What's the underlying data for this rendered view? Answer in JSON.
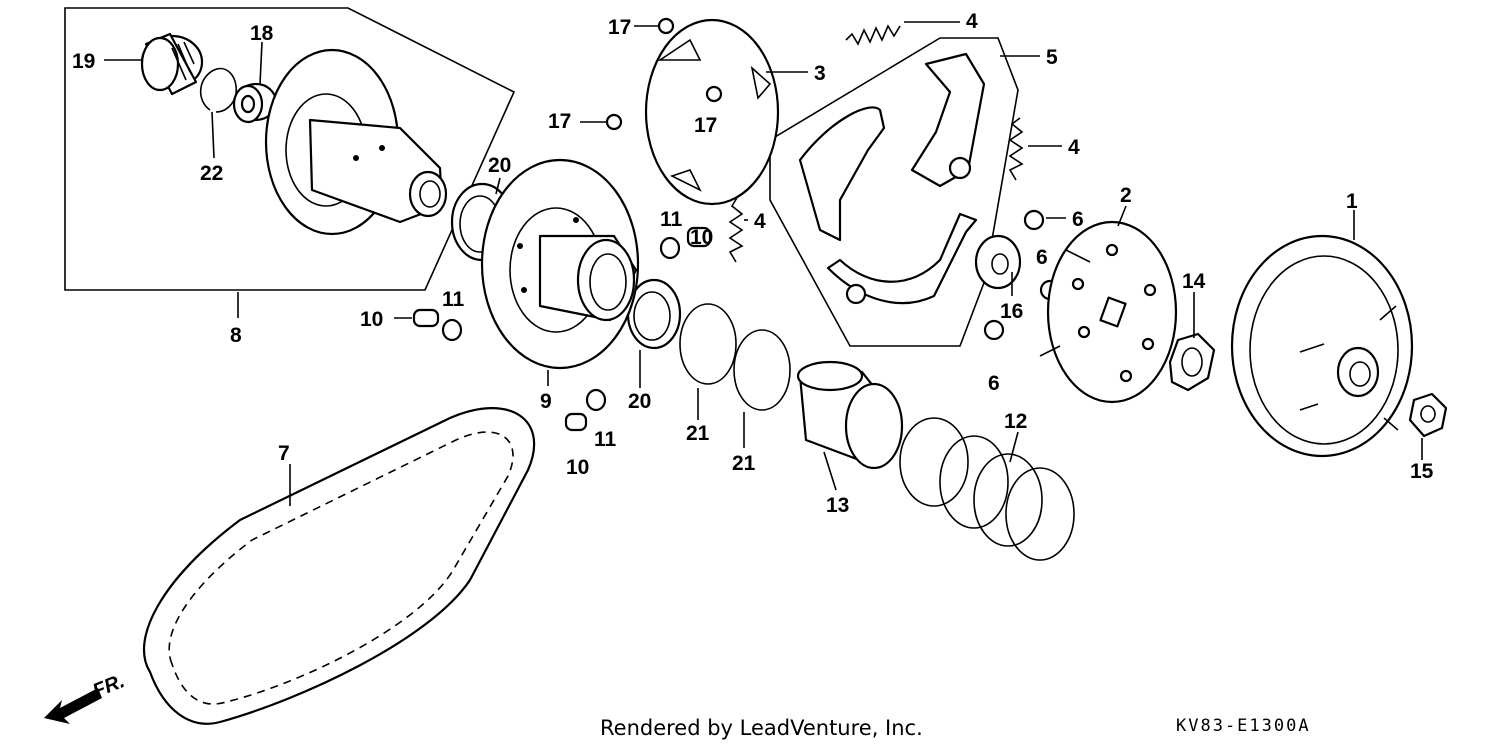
{
  "diagram": {
    "callouts": [
      {
        "id": "c1",
        "label": "1"
      },
      {
        "id": "c2",
        "label": "2"
      },
      {
        "id": "c3",
        "label": "3"
      },
      {
        "id": "c4a",
        "label": "4"
      },
      {
        "id": "c4b",
        "label": "4"
      },
      {
        "id": "c4c",
        "label": "4"
      },
      {
        "id": "c5",
        "label": "5"
      },
      {
        "id": "c6a",
        "label": "6"
      },
      {
        "id": "c6b",
        "label": "6"
      },
      {
        "id": "c6c",
        "label": "6"
      },
      {
        "id": "c7",
        "label": "7"
      },
      {
        "id": "c8",
        "label": "8"
      },
      {
        "id": "c9",
        "label": "9"
      },
      {
        "id": "c10a",
        "label": "10"
      },
      {
        "id": "c10b",
        "label": "10"
      },
      {
        "id": "c10c",
        "label": "10"
      },
      {
        "id": "c11a",
        "label": "11"
      },
      {
        "id": "c11b",
        "label": "11"
      },
      {
        "id": "c11c",
        "label": "11"
      },
      {
        "id": "c12",
        "label": "12"
      },
      {
        "id": "c13",
        "label": "13"
      },
      {
        "id": "c14",
        "label": "14"
      },
      {
        "id": "c15",
        "label": "15"
      },
      {
        "id": "c16",
        "label": "16"
      },
      {
        "id": "c17a",
        "label": "17"
      },
      {
        "id": "c17b",
        "label": "17"
      },
      {
        "id": "c17c",
        "label": "17"
      },
      {
        "id": "c18",
        "label": "18"
      },
      {
        "id": "c19",
        "label": "19"
      },
      {
        "id": "c20a",
        "label": "20"
      },
      {
        "id": "c20b",
        "label": "20"
      },
      {
        "id": "c21a",
        "label": "21"
      },
      {
        "id": "c21b",
        "label": "21"
      },
      {
        "id": "c22",
        "label": "22"
      }
    ],
    "front_marker": "FR.",
    "credit": "Rendered by LeadVenture, Inc.",
    "drawing_code": "KV83-E1300A"
  }
}
